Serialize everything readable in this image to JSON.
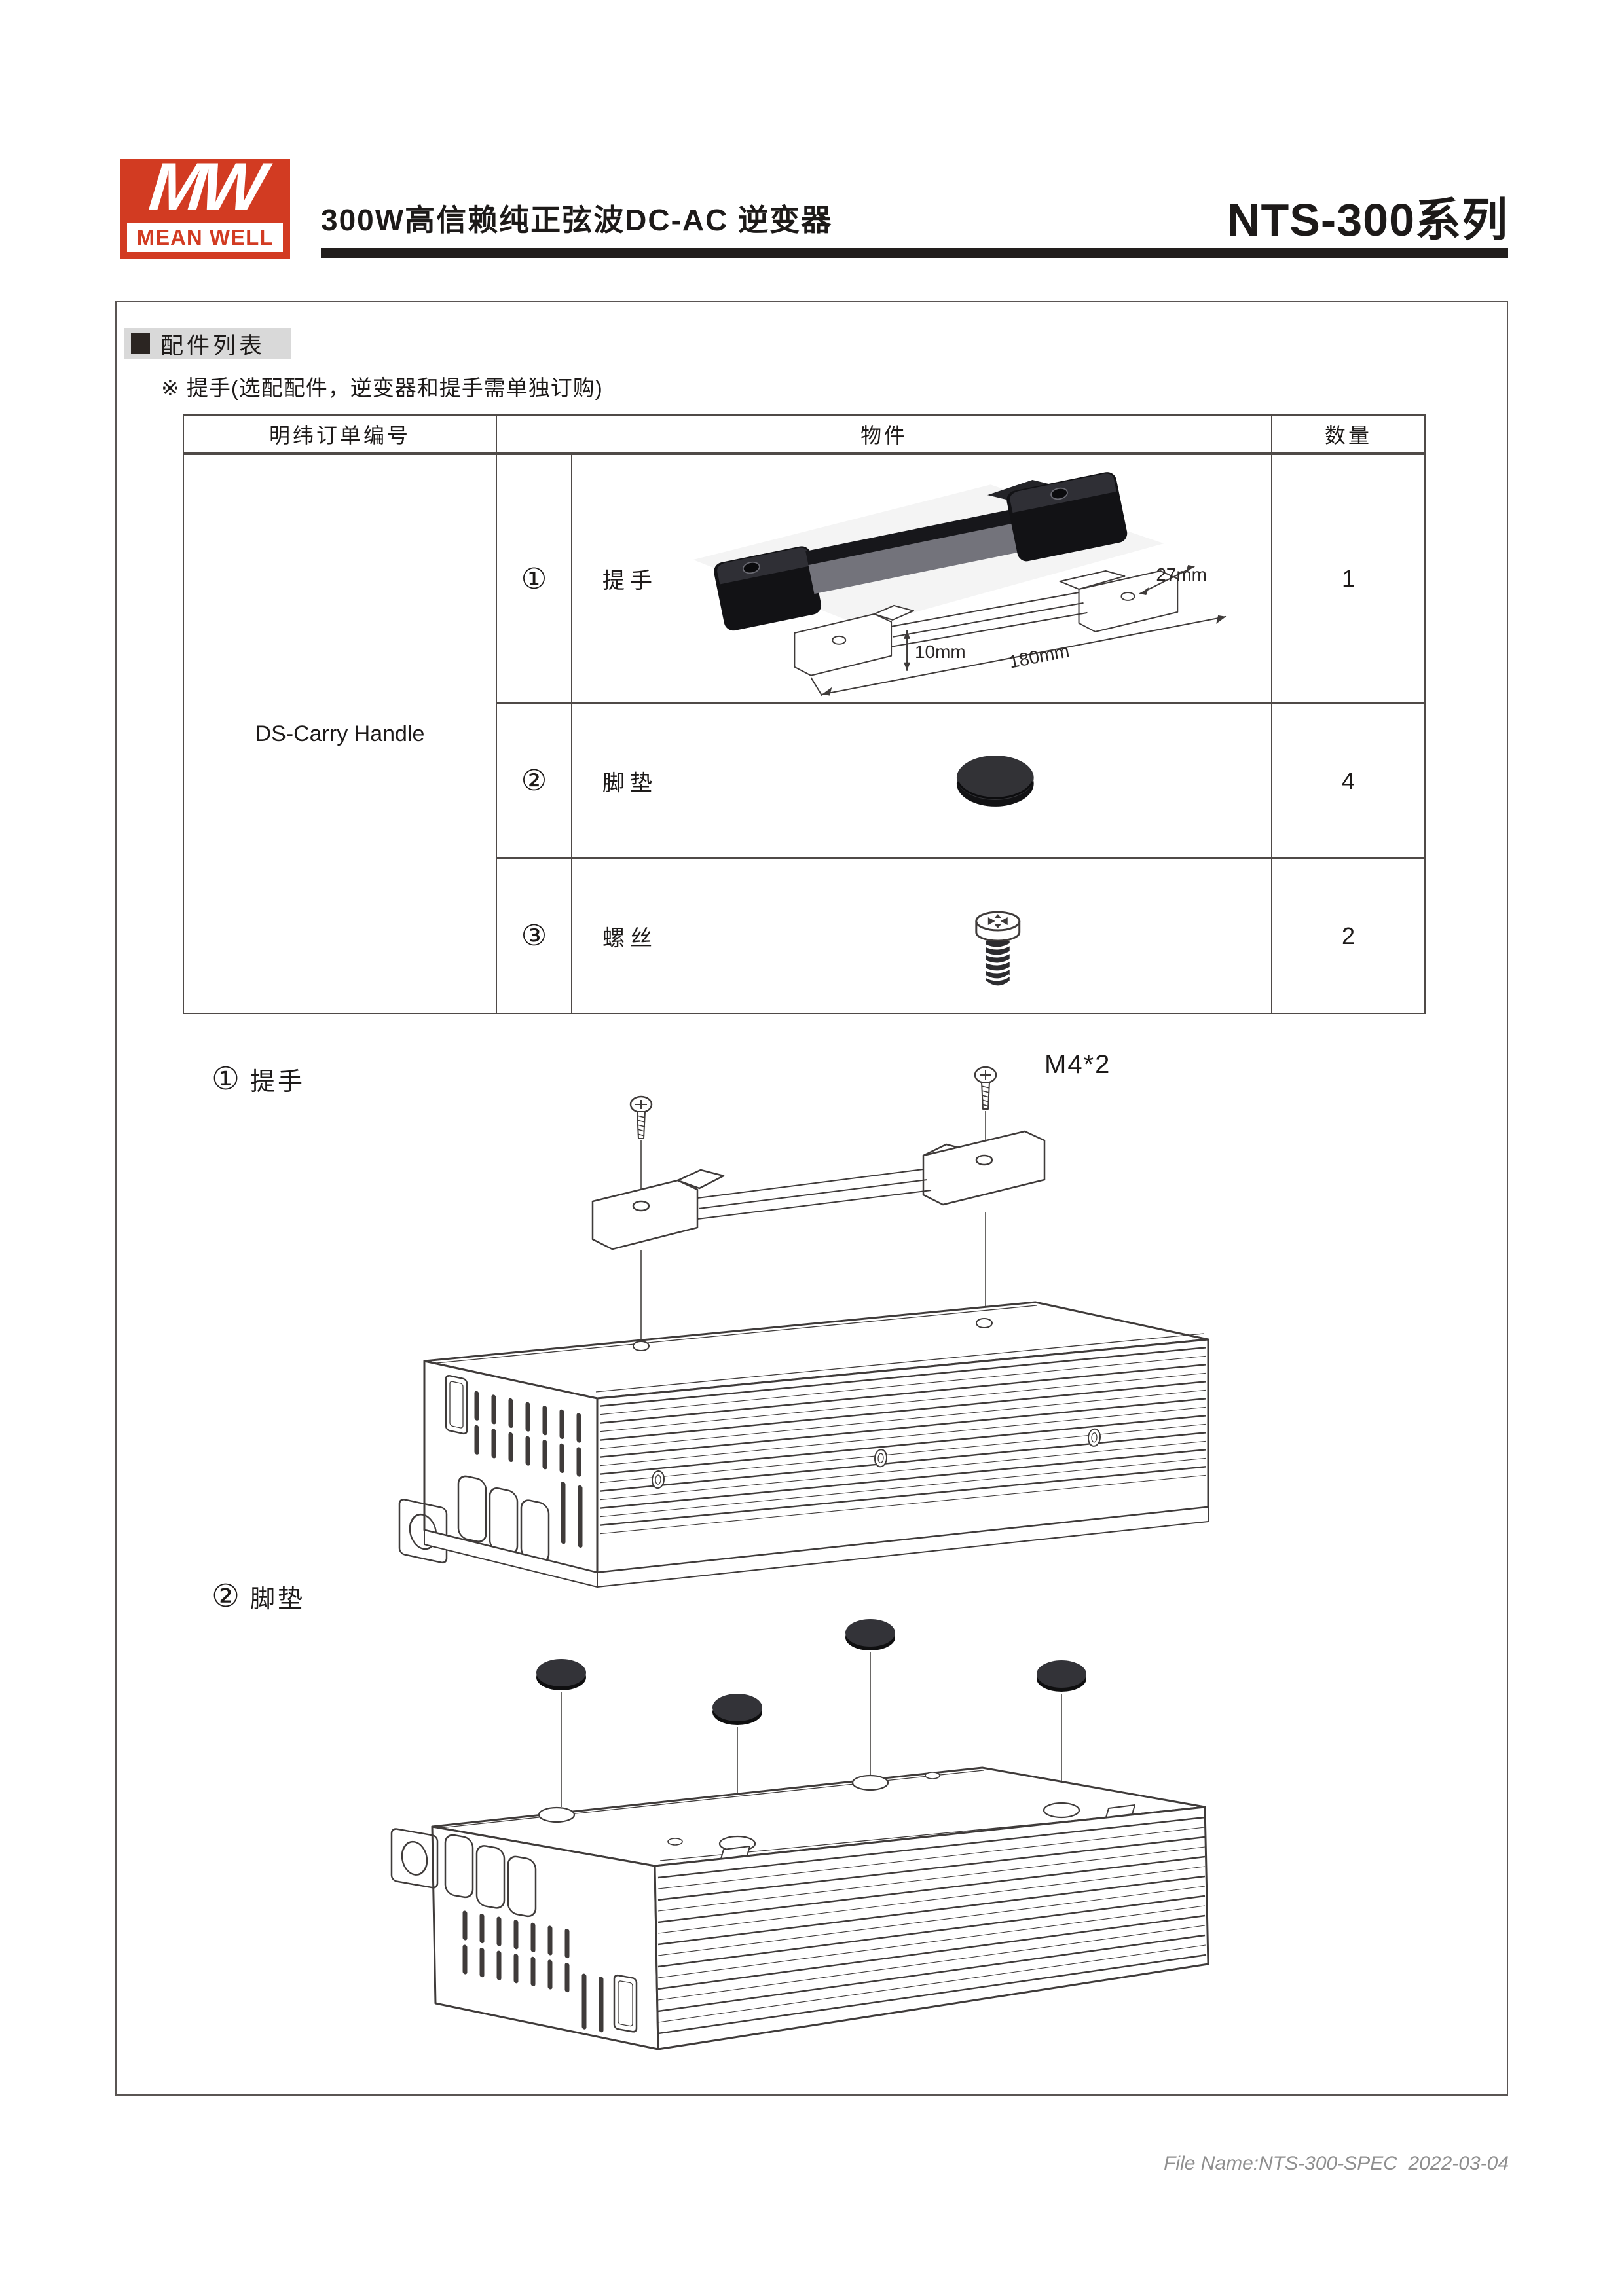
{
  "colors": {
    "brand_red": "#d23b22",
    "ink": "#1d1a19",
    "heading_bg": "#d9d9d9",
    "table_line": "#4f4a47",
    "muted_gray": "#8f8f8f"
  },
  "logo": {
    "monogram": "MW",
    "wordmark": "MEAN WELL"
  },
  "header": {
    "title": "300W高信赖纯正弦波DC-AC 逆变器",
    "series": "NTS-300系列"
  },
  "accessories": {
    "heading": "配件列表",
    "note": "※ 提手(选配配件，逆变器和提手需单独订购)",
    "table": {
      "col_order_no": "明纬订单编号",
      "col_item": "物件",
      "col_qty": "数量",
      "order_number": "DS-Carry Handle",
      "rows": [
        {
          "index": "①",
          "name": "提手",
          "qty": "1",
          "image": "carry-handle",
          "dims": {
            "width": "27mm",
            "height": "10mm",
            "length": "180mm"
          }
        },
        {
          "index": "②",
          "name": "脚垫",
          "qty": "4",
          "image": "foot-pad"
        },
        {
          "index": "③",
          "name": "螺丝",
          "qty": "2",
          "image": "screw"
        }
      ]
    }
  },
  "sections": [
    {
      "index": "①",
      "label": "提手",
      "screw_spec": "M4*2"
    },
    {
      "index": "②",
      "label": "脚垫"
    }
  ],
  "footer": {
    "text": "File Name:NTS-300-SPEC  2022-03-04"
  }
}
